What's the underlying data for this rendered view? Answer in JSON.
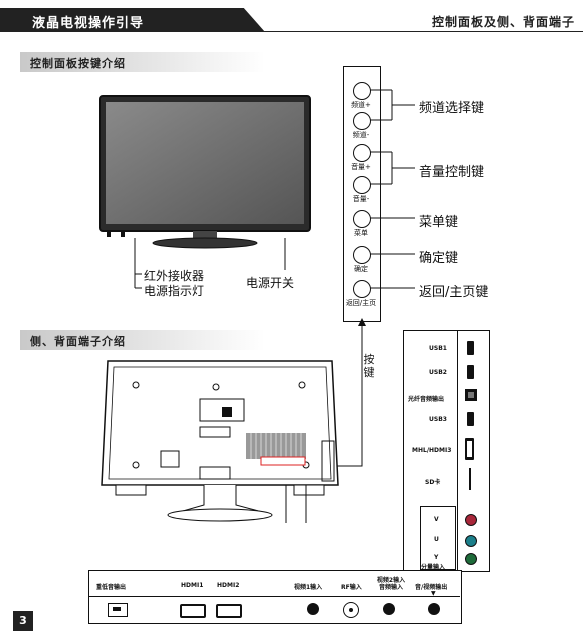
{
  "header": {
    "title": "液晶电视操作引导",
    "section": "控制面板及侧、背面端子"
  },
  "section1": {
    "title": "控制面板按键介绍",
    "panel_buttons": [
      {
        "label": "频道+"
      },
      {
        "label": "频道-"
      },
      {
        "label": "音量+"
      },
      {
        "label": "音量-"
      },
      {
        "label": "菜单"
      },
      {
        "label": "确定"
      },
      {
        "label": "返回/主页"
      }
    ],
    "callouts": {
      "channel": "频道选择键",
      "volume": "音量控制键",
      "menu": "菜单键",
      "ok": "确定键",
      "back": "返回/主页键"
    },
    "tv_labels": {
      "ir": "红外接收器",
      "power_led": "电源指示灯",
      "power_switch": "电源开关"
    }
  },
  "section2": {
    "title": "侧、背面端子介绍",
    "keys_label": "按键",
    "side_ports": [
      "USB1",
      "USB2",
      "光纤音频输出",
      "USB3",
      "MHL/HDMI3",
      "SD卡"
    ],
    "component": {
      "rows": [
        "V",
        "U",
        "Y"
      ],
      "label": "分量输入"
    },
    "bottom_ports": [
      "重低音输出",
      "HDMI1",
      "HDMI2",
      "视频1输入",
      "RF输入",
      "视频2输入\n音频输入",
      "音/视频输出"
    ],
    "component_colors": [
      "#a8273a",
      "#1b7f8a",
      "#1e6b3a"
    ]
  },
  "page_number": "3"
}
